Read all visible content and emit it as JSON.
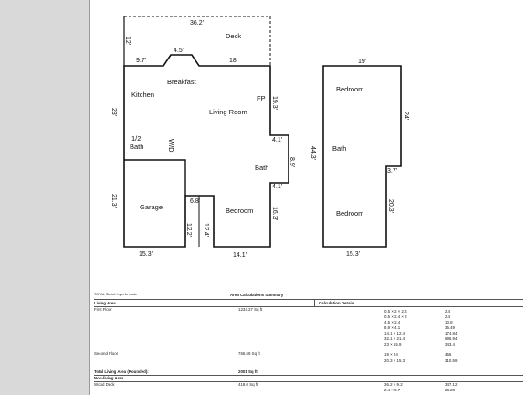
{
  "first_floor": {
    "rooms": {
      "deck": "Deck",
      "kitchen": "Kitchen",
      "breakfast": "Breakfast",
      "living_room": "Living Room",
      "fp": "FP",
      "half_bath": "1/2\nBath",
      "half_bath_line1": "1/2",
      "half_bath_line2": "Bath",
      "wd": "W/D",
      "bath": "Bath",
      "garage": "Garage",
      "bedroom": "Bedroom"
    },
    "dimensions": {
      "deck_width": "36.2'",
      "deck_depth": "12'",
      "left_top": "9.7'",
      "bay": "4.5'",
      "right_top": "18'",
      "left_side": "23'",
      "living_right": "19.3'",
      "jog_top": "4.1'",
      "bath_width": "8.9'",
      "jog_bottom": "4.1'",
      "garage_side": "21.3'",
      "notch_width": "6.8'",
      "notch_left": "12.2'",
      "notch_right": "12.4'",
      "bedroom_right": "16.3'",
      "garage_bottom": "15.3'",
      "bedroom_bottom": "14.1'"
    }
  },
  "second_floor": {
    "rooms": {
      "bedroom_top": "Bedroom",
      "bath": "Bath",
      "bedroom_bottom": "Bedroom"
    },
    "dimensions": {
      "top": "19'",
      "right_upper": "24'",
      "left": "44.3'",
      "step": "3.7'",
      "right_lower": "20.3'",
      "bottom": "15.3'"
    }
  },
  "summary": {
    "sketch_note": "TOTAL Sketch by a la mode",
    "title": "Area Calculations Summary",
    "headers": {
      "living_area": "Living Area",
      "calculation_details": "Calculation Details"
    },
    "first_floor": {
      "label": "First Floor",
      "value": "1234.27 Sq ft"
    },
    "calc_first": [
      {
        "expr": "0.5 × 2 × 2.4",
        "val": "2.4"
      },
      {
        "expr": "0.5 × 2.4 × 2",
        "val": "2.4"
      },
      {
        "expr": "4.5 × 2.4",
        "val": "10.8"
      },
      {
        "expr": "8.9 × 4.1",
        "val": "36.49"
      },
      {
        "expr": "14.1 × 12.4",
        "val": "174.84"
      },
      {
        "expr": "32.1 × 21.4",
        "val": "686.94"
      },
      {
        "expr": "23 × 15.9",
        "val": "343.4"
      }
    ],
    "second_floor": {
      "label": "Second Floor",
      "value": "766.59 Sq ft"
    },
    "calc_second": [
      {
        "expr": "19 × 24",
        "val": "456"
      },
      {
        "expr": "20.3 × 15.3",
        "val": "310.59"
      }
    ],
    "total": {
      "label": "Total Living Area (Rounded):",
      "value": "2001 Sq ft"
    },
    "non_living": "Non-living Area",
    "wood_deck": {
      "label": "Wood Deck",
      "value": "418.0 Sq ft"
    },
    "calc_deck": [
      {
        "expr": "36.2 × 9.2",
        "val": "347.12"
      },
      {
        "expr": "2.4 × 9.7",
        "val": "23.28"
      }
    ]
  }
}
